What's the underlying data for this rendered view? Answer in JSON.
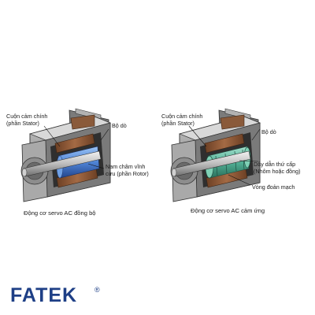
{
  "left_motor": {
    "stator_label_1": "Cuộn cảm chính",
    "stator_label_2": "(phần Stator)",
    "encoder_label": "Bộ dò",
    "rotor_label_1": "Nam châm vĩnh",
    "rotor_label_2": "cửu (phần Rotor)",
    "caption": "Động cơ servo AC đồng bộ"
  },
  "right_motor": {
    "stator_label_1": "Cuộn cảm chính",
    "stator_label_2": "(phần Stator)",
    "encoder_label": "Bộ dò",
    "secondary_label_1": "Dây dẫn thứ cấp",
    "secondary_label_2": "(Nhôm hoặc đồng)",
    "ring_label": "Vòng đoản mạch",
    "caption": "Động cơ servo AC cảm ứng"
  },
  "logo": {
    "text": "FATEK",
    "mark": "®"
  },
  "colors": {
    "motor_body": "#8a8a8a",
    "motor_dark": "#3a3a3a",
    "copper_winding": "#8a5a3a",
    "rotor_blue": "#5a8fd8",
    "secondary_green": "#5ab89a",
    "logo_blue": "#1e3f86"
  }
}
